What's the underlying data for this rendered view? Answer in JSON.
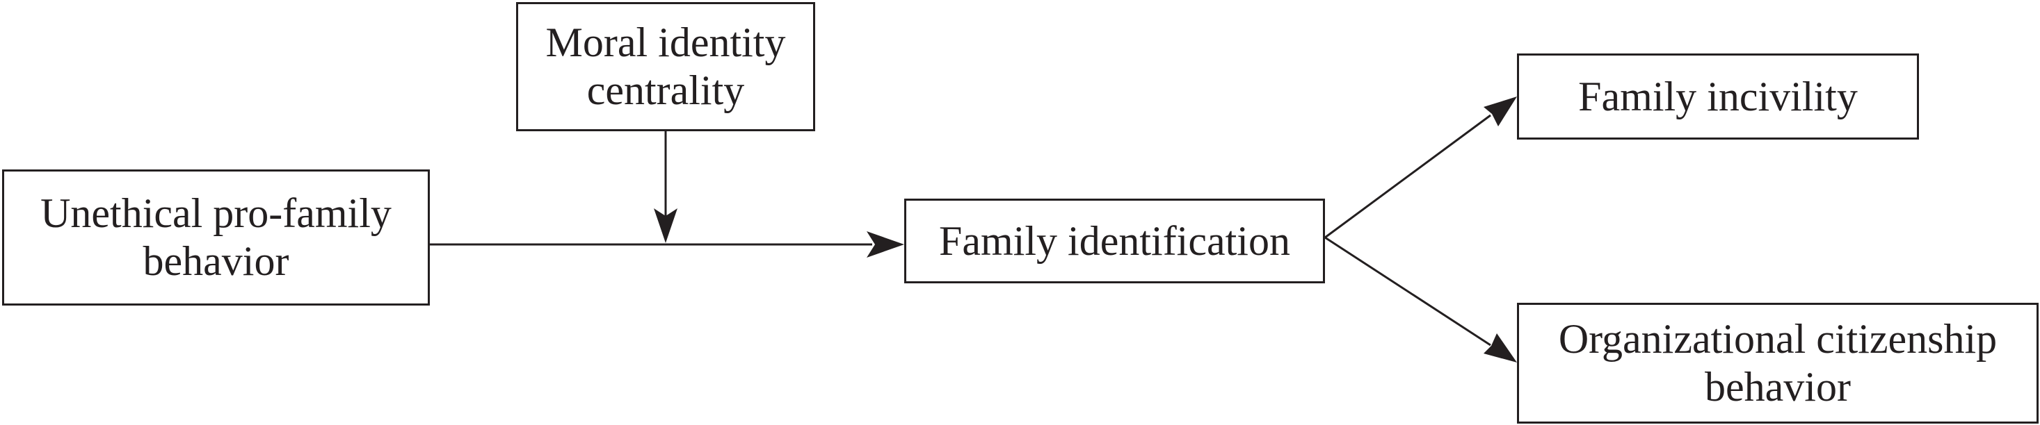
{
  "diagram": {
    "nodes": {
      "moral_identity": {
        "line1": "Moral identity",
        "line2": "centrality"
      },
      "upfb": {
        "line1": "Unethical pro-family",
        "line2": "behavior"
      },
      "family_identification": {
        "label": "Family identification"
      },
      "family_incivility": {
        "label": "Family incivility"
      },
      "ocb": {
        "line1": "Organizational citizenship",
        "line2": "behavior"
      }
    },
    "edges": [
      {
        "from": "upfb",
        "to": "family_identification",
        "kind": "direct"
      },
      {
        "from": "moral_identity",
        "to": "upfb->family_identification",
        "kind": "moderation"
      },
      {
        "from": "family_identification",
        "to": "family_incivility",
        "kind": "direct"
      },
      {
        "from": "family_identification",
        "to": "ocb",
        "kind": "direct"
      }
    ],
    "colors": {
      "stroke": "#231f20",
      "fill": "#ffffff"
    }
  }
}
